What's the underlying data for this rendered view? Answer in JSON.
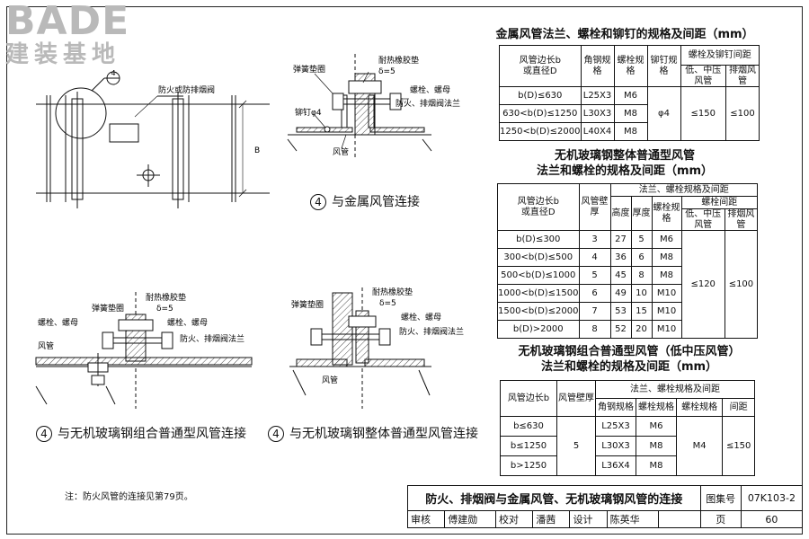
{
  "logo": {
    "brand": "BADE",
    "subtitle": "建装基地"
  },
  "drawings": {
    "plan": {
      "circle_ref": "4",
      "label_fire_valve": "防火或防排烟阀",
      "dim_b": "B"
    },
    "metal": {
      "labels": {
        "spring_washer": "弹簧垫圈",
        "heat_gasket": "耐热橡胶垫",
        "delta": "δ=5",
        "bolt_nut": "螺栓、螺母",
        "rivet": "铆钉φ4",
        "valve_flange": "防火、排烟阀法兰",
        "duct": "风管"
      },
      "caption_num": "4",
      "caption_text": "与金属风管连接"
    },
    "combined": {
      "labels": {
        "spring_washer": "弹簧垫圈",
        "heat_gasket": "耐热橡胶垫",
        "delta": "δ=5",
        "bolt_nut_left": "螺栓、螺母",
        "bolt_nut_right": "螺栓、螺母",
        "duct": "风管",
        "valve_flange": "防火、排烟阀法兰"
      },
      "caption_num": "4",
      "caption_text": "与无机玻璃钢组合普通型风管连接"
    },
    "integral": {
      "labels": {
        "spring_washer": "弹簧垫圈",
        "heat_gasket": "耐热橡胶垫",
        "delta": "δ=5",
        "bolt_nut": "螺栓、螺母",
        "valve_flange": "防火、排烟阀法兰",
        "duct": "风管"
      },
      "caption_num": "4",
      "caption_text": "与无机玻璃钢整体普通型风管连接"
    }
  },
  "table1": {
    "title": "金属风管法兰、螺栓和铆钉的规格及间距（mm）",
    "headers": {
      "size": "风管边长b\n或直径D",
      "angle": "角钢规格",
      "bolt": "螺栓规格",
      "rivet": "铆钉规格",
      "spacing": "螺栓及铆钉间距",
      "low_mid": "低、中压风管",
      "smoke": "排烟风管"
    },
    "rows": [
      {
        "size": "b(D)≤630",
        "angle": "L25X3",
        "bolt": "M6"
      },
      {
        "size": "630<b(D)≤1250",
        "angle": "L30X3",
        "bolt": "M8"
      },
      {
        "size": "1250<b(D)≤2000",
        "angle": "L40X4",
        "bolt": "M8"
      }
    ],
    "rivet": "φ4",
    "low_mid": "≤150",
    "smoke": "≤100"
  },
  "table2": {
    "title1": "无机玻璃钢整体普通型风管",
    "title2": "法兰和螺栓的规格及间距（mm）",
    "headers": {
      "size": "风管边长b\n或直径D",
      "wall": "风管壁厚",
      "flange_group": "法兰、螺栓规格及间距",
      "height": "高度",
      "thickness": "厚度",
      "bolt": "螺栓规格",
      "spacing": "螺栓间距",
      "low_mid": "低、中压风管",
      "smoke": "排烟风管"
    },
    "rows": [
      {
        "size": "b(D)≤300",
        "wall": "3",
        "height": "27",
        "thickness": "5",
        "bolt": "M6"
      },
      {
        "size": "300<b(D)≤500",
        "wall": "4",
        "height": "36",
        "thickness": "6",
        "bolt": "M8"
      },
      {
        "size": "500<b(D)≤1000",
        "wall": "5",
        "height": "45",
        "thickness": "8",
        "bolt": "M8"
      },
      {
        "size": "1000<b(D)≤1500",
        "wall": "6",
        "height": "49",
        "thickness": "10",
        "bolt": "M10"
      },
      {
        "size": "1500<b(D)≤2000",
        "wall": "7",
        "height": "53",
        "thickness": "15",
        "bolt": "M10"
      },
      {
        "size": "b(D)>2000",
        "wall": "8",
        "height": "52",
        "thickness": "20",
        "bolt": "M10"
      }
    ],
    "low_mid": "≤120",
    "smoke": "≤100"
  },
  "table3": {
    "title1": "无机玻璃钢组合普通型风管（低中压风管）",
    "title2": "法兰和螺栓的规格及间距（mm）",
    "headers": {
      "size": "风管边长b",
      "wall": "风管壁厚",
      "flange_group": "法兰、螺栓规格及间距",
      "angle": "角钢规格",
      "bolt": "螺栓规格",
      "rivet": "螺栓规格",
      "spacing": "间距"
    },
    "rows": [
      {
        "size": "b≤630",
        "angle": "L25X3",
        "bolt": "M6"
      },
      {
        "size": "b≤1250",
        "angle": "L30X3",
        "bolt": "M8"
      },
      {
        "size": "b>1250",
        "angle": "L36X4",
        "bolt": "M8"
      }
    ],
    "wall": "5",
    "rivet": "M4",
    "spacing": "≤150"
  },
  "note": "注：防火风管的连接见第79页。",
  "title_block": {
    "title": "防火、排烟阀与金属风管、无机玻璃钢风管的连接",
    "atlas_label": "图集号",
    "atlas_no": "07K103-2",
    "review_label": "审核",
    "review_name": "傅建勋",
    "check_label": "校对",
    "check_name": "潘茜",
    "design_label": "设计",
    "design_name": "陈英华",
    "page_label": "页",
    "page_no": "60"
  }
}
